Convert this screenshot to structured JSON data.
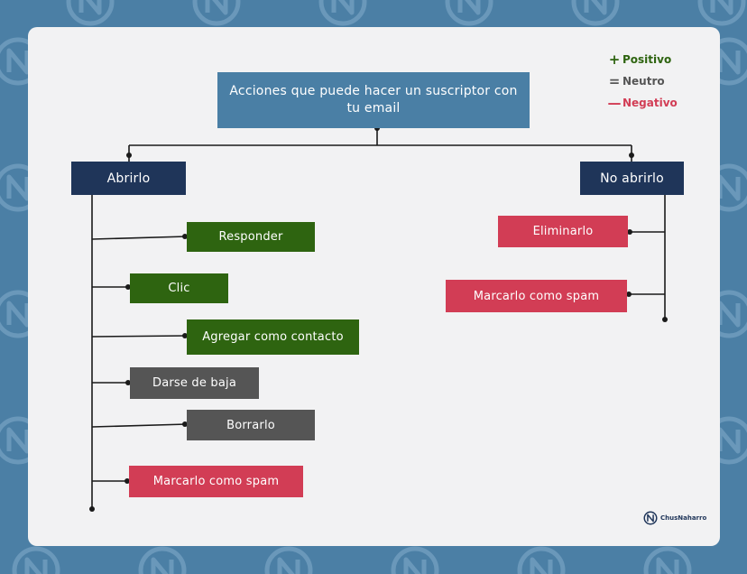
{
  "root": "Acciones que puede hacer un suscriptor con tu email",
  "left_branch": {
    "label": "Abrirlo",
    "items": [
      "Responder",
      "Clic",
      "Agregar como contacto",
      "Darse de baja",
      "Borrarlo",
      "Marcarlo como spam"
    ]
  },
  "right_branch": {
    "label": "No abrirlo",
    "items": [
      "Eliminarlo",
      "Marcarlo como spam"
    ]
  },
  "legend": {
    "positive": {
      "symbol": "+",
      "label": "Positivo"
    },
    "neutral": {
      "symbol": "=",
      "label": "Neutro"
    },
    "negative": {
      "symbol": "—",
      "label": "Negativo"
    }
  },
  "brand": "ChusNaharro",
  "colors": {
    "positive": "#2e6410",
    "neutral": "#555555",
    "negative": "#d23d55",
    "branch": "#1f3559",
    "root": "#4a7fa5",
    "background": "#4b7fa5"
  }
}
